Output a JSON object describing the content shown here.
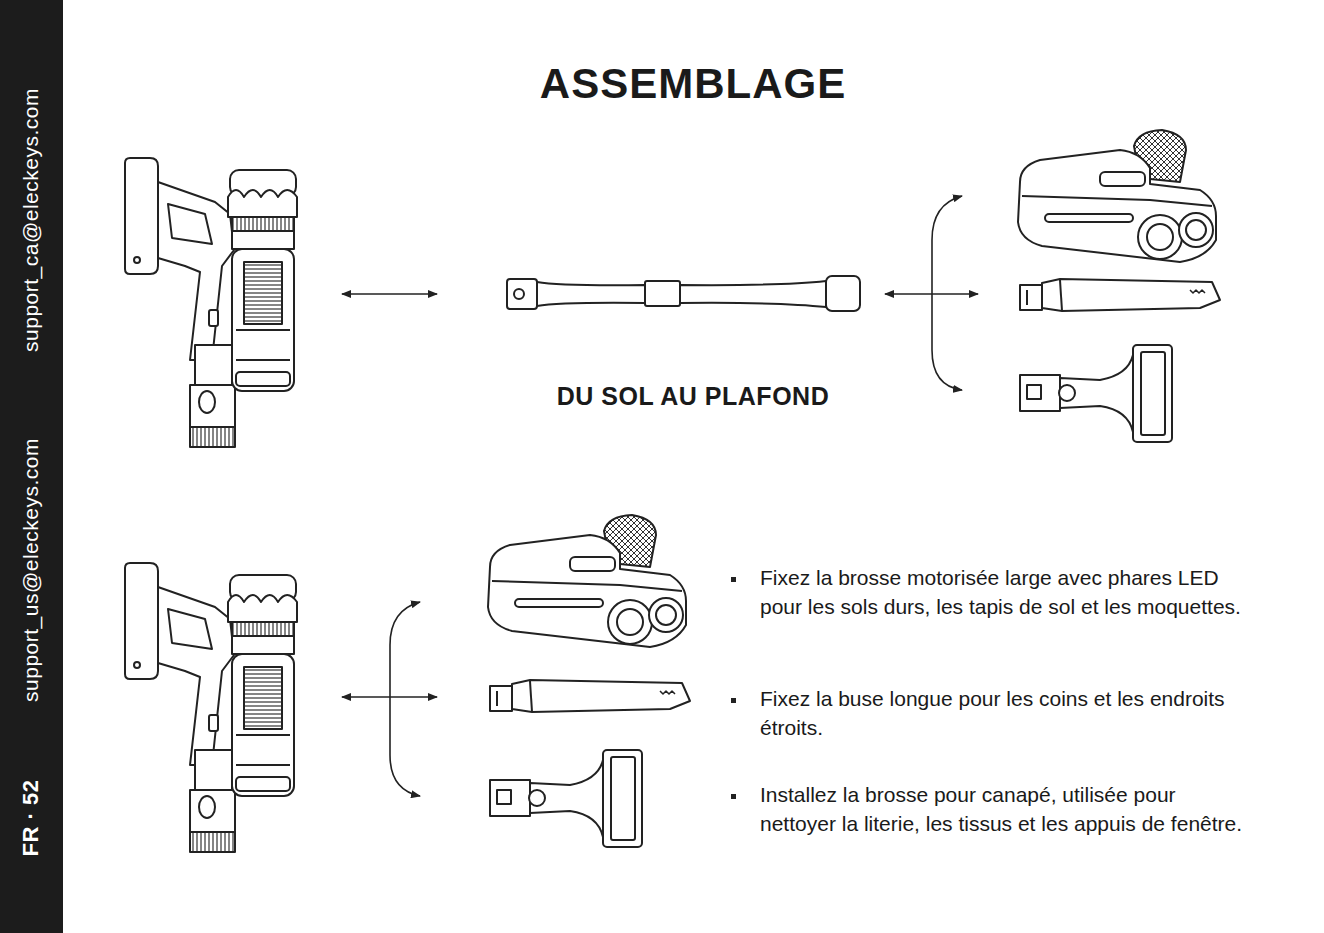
{
  "diagram": {
    "title": "ASSEMBLAGE",
    "labels": [
      "support_ca@eleckeys.com",
      "support_us@eleckeys.com",
      "FR · 52",
      "DU SOL AU PLAFOND",
      "Fixez la brosse motorisée large avec phares LED pour les sols durs, les tapis de sol et les moquettes.",
      "Fixez la buse longue pour les coins et les endroits étroits.",
      "Installez la brosse pour canapé, utilisée pour nettoyer la literie, les tissus et les appuis de fenêtre."
    ]
  }
}
